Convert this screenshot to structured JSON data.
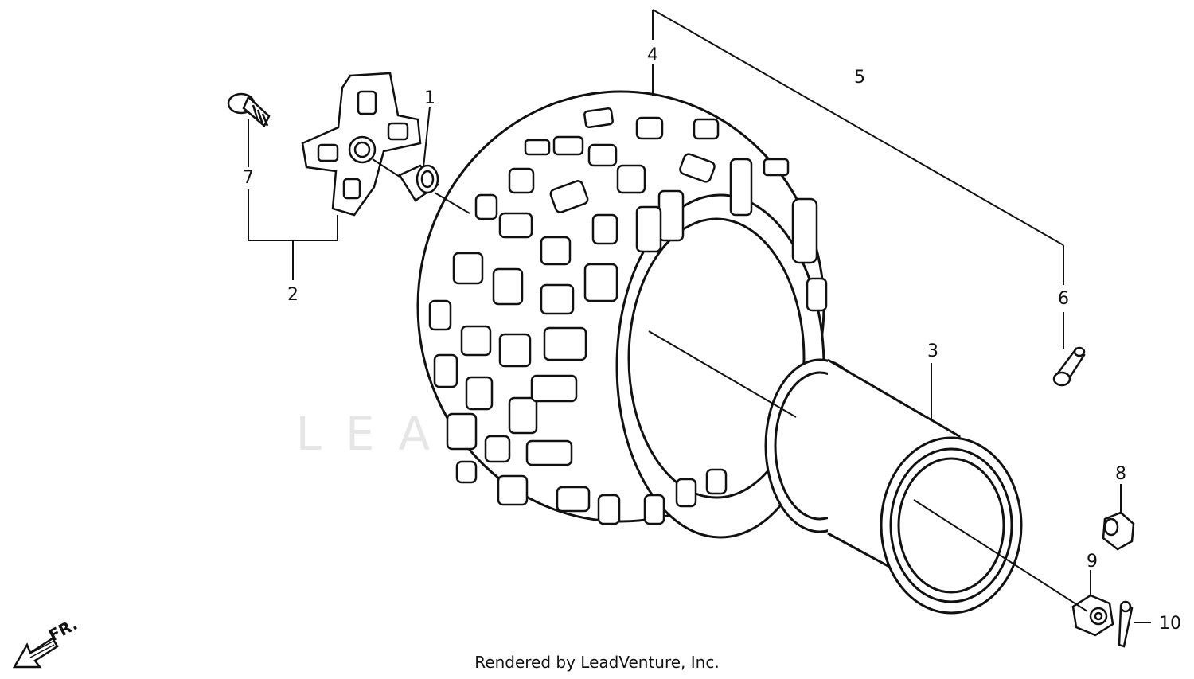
{
  "diagram": {
    "callouts": {
      "c1": "1",
      "c2": "2",
      "c3": "3",
      "c4": "4",
      "c5": "5",
      "c6": "6",
      "c7": "7",
      "c8": "8",
      "c9": "9",
      "c10": "10"
    },
    "direction_label": "FR.",
    "watermark": "LEADVENTURE"
  },
  "footer": {
    "rendered_by": "Rendered by LeadVenture, Inc."
  },
  "colors": {
    "line": "#111111",
    "watermark": "#e6e6e6",
    "background": "#ffffff"
  }
}
